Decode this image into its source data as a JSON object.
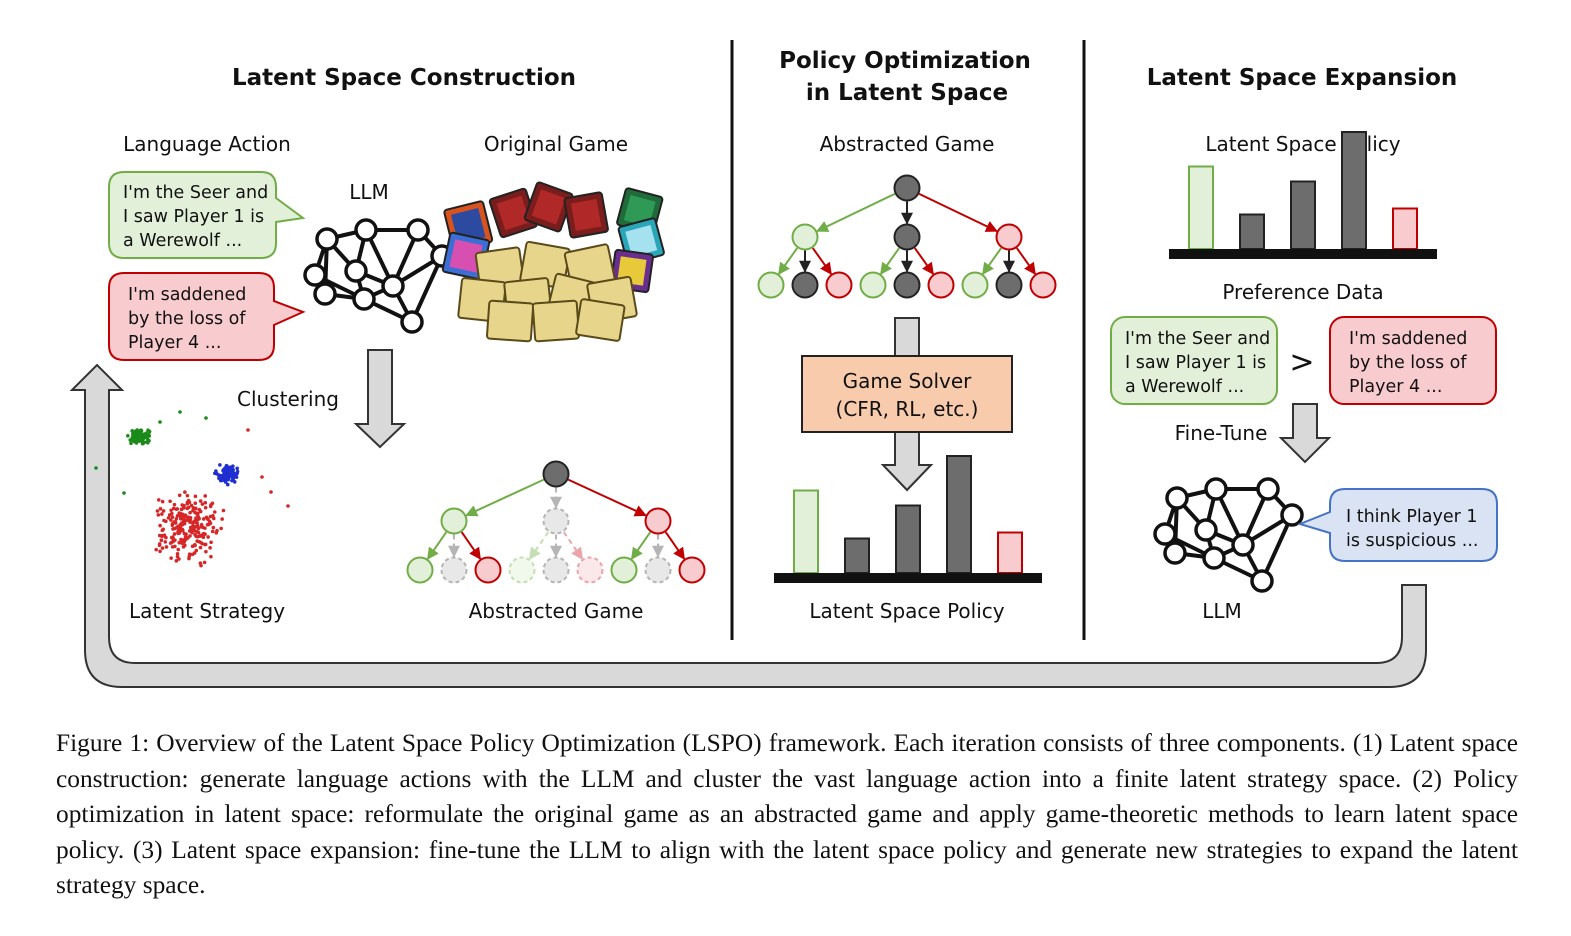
{
  "sections": {
    "construction": {
      "title": "Latent Space Construction",
      "language_action_label": "Language Action",
      "original_game_label": "Original Game",
      "llm_label": "LLM",
      "clustering_label": "Clustering",
      "latent_strategy_label": "Latent Strategy",
      "abstracted_game_label": "Abstracted Game",
      "bubble_green": [
        "I'm the Seer and",
        "I saw Player 1 is",
        "a Werewolf ..."
      ],
      "bubble_red": [
        "I'm saddened",
        "by the loss of",
        "Player 4 ..."
      ]
    },
    "optimization": {
      "title_line1": "Policy Optimization",
      "title_line2": "in Latent Space",
      "abstracted_game_label": "Abstracted Game",
      "solver_line1": "Game Solver",
      "solver_line2": "(CFR, RL, etc.)",
      "policy_label": "Latent Space Policy"
    },
    "expansion": {
      "title": "Latent Space Expansion",
      "policy_label": "Latent Space Policy",
      "preference_label": "Preference Data",
      "fine_tune_label": "Fine-Tune",
      "llm_label": "LLM",
      "greater_than": ">",
      "bubble_green": [
        "I'm the Seer and",
        "I saw Player 1 is",
        "a Werewolf ..."
      ],
      "bubble_red": [
        "I'm saddened",
        "by the loss of",
        "Player 4 ..."
      ],
      "bubble_blue": [
        "I think Player 1",
        "is suspicious ..."
      ]
    }
  },
  "policy_bars": {
    "values": [
      0.55,
      0.23,
      0.45,
      0.78,
      0.27
    ],
    "colors": [
      "green",
      "gray",
      "gray",
      "gray",
      "red"
    ]
  },
  "caption": "Figure 1: Overview of the Latent Space Policy Optimization (LSPO) framework. Each iteration consists of three components. (1) Latent space construction: generate language actions with the LLM and cluster the vast language action into a finite latent strategy space. (2) Policy optimization in latent space: reformulate the original game as an abstracted game and apply game-theoretic methods to learn latent space policy. (3) Latent space expansion: fine-tune the LLM to align with the latent space policy and generate new strategies to expand the latent strategy space.",
  "colors": {
    "green_fill": "#e2f0d9",
    "green_stroke": "#70ad47",
    "red_fill": "#f8cbcf",
    "red_stroke": "#c00000",
    "blue_fill": "#dae3f3",
    "blue_stroke": "#4472c4",
    "gray_node": "#6d6d6d",
    "arrow_fill": "#d9d9d9",
    "solver_fill": "#f8cbad"
  }
}
